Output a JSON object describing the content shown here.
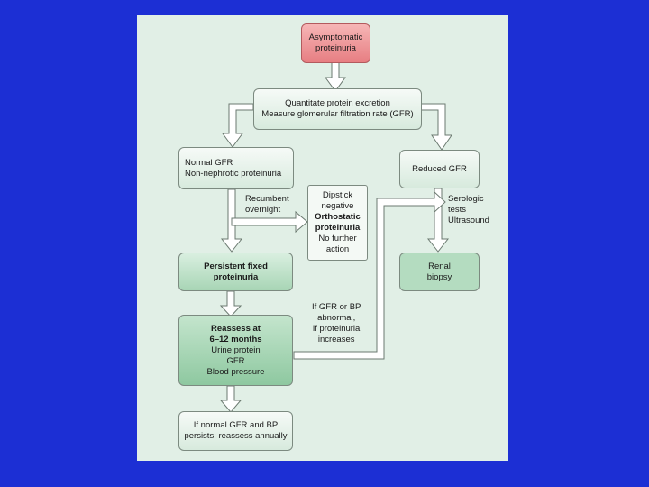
{
  "colors": {
    "background": "#1c2fd4",
    "panel": "#e1efe6",
    "start_box": "#e77e82",
    "arrow_fill": "#ffffff",
    "arrow_stroke": "#6b7a70"
  },
  "nodes": {
    "start": [
      "Asymptomatic",
      "proteinuria"
    ],
    "quantitate": [
      "Quantitate protein excretion",
      "Measure glomerular filtration rate (GFR)"
    ],
    "normal_gfr": [
      "Normal GFR",
      "Non-nephrotic proteinuria"
    ],
    "reduced_gfr": [
      "Reduced GFR"
    ],
    "orthostatic": [
      "Dipstick",
      "negative",
      "Orthostatic",
      "proteinuria",
      "No further",
      "action"
    ],
    "persistent": [
      "Persistent fixed",
      "proteinuria"
    ],
    "renal_biopsy": [
      "Renal",
      "biopsy"
    ],
    "reassess": [
      "Reassess at",
      "6–12 months",
      "Urine protein",
      "GFR",
      "Blood pressure"
    ],
    "annual": [
      "If normal GFR and BP",
      "persists: reassess annually"
    ]
  },
  "edge_labels": {
    "recumbent": [
      "Recumbent",
      "overnight"
    ],
    "serologic": [
      "Serologic",
      "tests",
      "Ultrasound"
    ],
    "gfr_abnormal": [
      "If GFR or BP",
      "abnormal,",
      "if proteinuria",
      "increases"
    ]
  }
}
